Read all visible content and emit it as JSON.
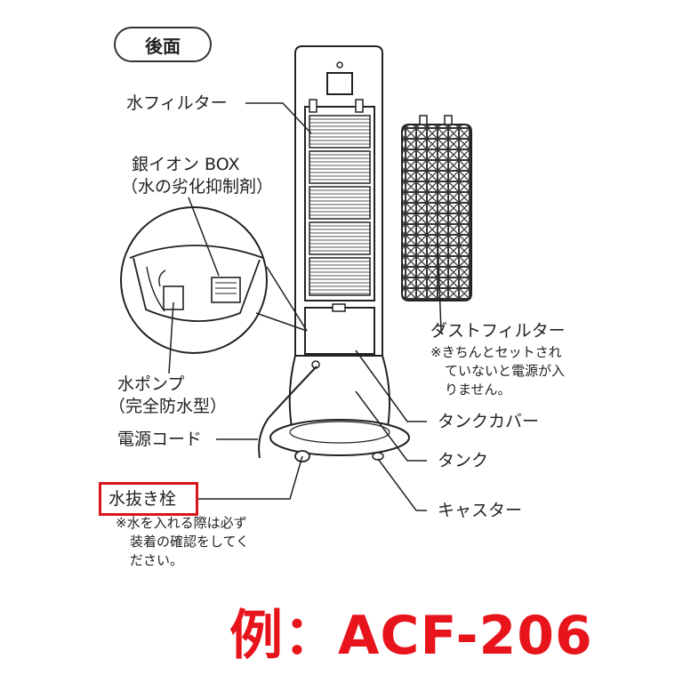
{
  "header": {
    "view_label": "後面"
  },
  "labels": {
    "water_filter": "水フィルター",
    "silver_ion_box_line1": "銀イオン BOX",
    "silver_ion_box_line2": "（水の劣化抑制剤）",
    "water_pump_line1": "水ポンプ",
    "water_pump_line2": "（完全防水型）",
    "power_cord": "電源コード",
    "drain_plug": "水抜き栓",
    "drain_note_line1": "※水を入れる際は必ず",
    "drain_note_line2": "装着の確認をしてく",
    "drain_note_line3": "ださい。",
    "dust_filter": "ダストフィルター",
    "dust_note_line1": "※きちんとセットされ",
    "dust_note_line2": "ていないと電源が入",
    "dust_note_line3": "りません。",
    "tank_cover": "タンクカバー",
    "tank": "タンク",
    "caster": "キャスター"
  },
  "example": {
    "text": "例：ACF-206"
  },
  "colors": {
    "highlight": "#d8141c",
    "example_text": "#e8141c",
    "line": "#222222"
  }
}
